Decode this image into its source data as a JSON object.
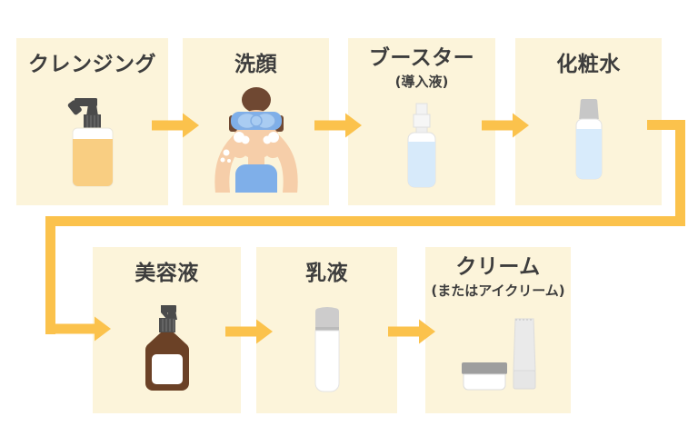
{
  "diagram_type": "skincare-routine-flowchart",
  "colors": {
    "page_bg": "#FFFFFF",
    "box_bg": "#FCF4DA",
    "arrow": "#FBC24C",
    "text": "#3D3D3D",
    "cleansing_bottle": "#F9CE82",
    "pump_dark": "#4A4A4A",
    "serum_bottle_brown": "#6B4126",
    "liquid_blue": "#D8EBFB",
    "cap_gray": "#C7C7C7",
    "jar_lid_gray": "#9E9E9E",
    "skin": "#F6CEA9",
    "hair_brown": "#6F4832",
    "shirt_blue": "#7FAFE9",
    "headband_blue": "#A9CCF2"
  },
  "steps": [
    {
      "label": "クレンジング",
      "icon": "cleansing-pump-bottle-icon"
    },
    {
      "label": "洗顔",
      "icon": "face-washing-icon"
    },
    {
      "label": "ブースター",
      "sublabel": "(導入液)",
      "icon": "booster-spray-bottle-icon"
    },
    {
      "label": "化粧水",
      "icon": "toner-bottle-icon"
    },
    {
      "label": "美容液",
      "icon": "serum-pump-bottle-icon"
    },
    {
      "label": "乳液",
      "icon": "milky-lotion-bottle-icon"
    },
    {
      "label": "クリーム",
      "sublabel": "(またはアイクリーム)",
      "icon": "cream-jar-and-tube-icon"
    }
  ],
  "flow": "クレンジング → 洗顔 → ブースター(導入液) → 化粧水 → 美容液 → 乳液 → クリーム(またはアイクリーム)"
}
